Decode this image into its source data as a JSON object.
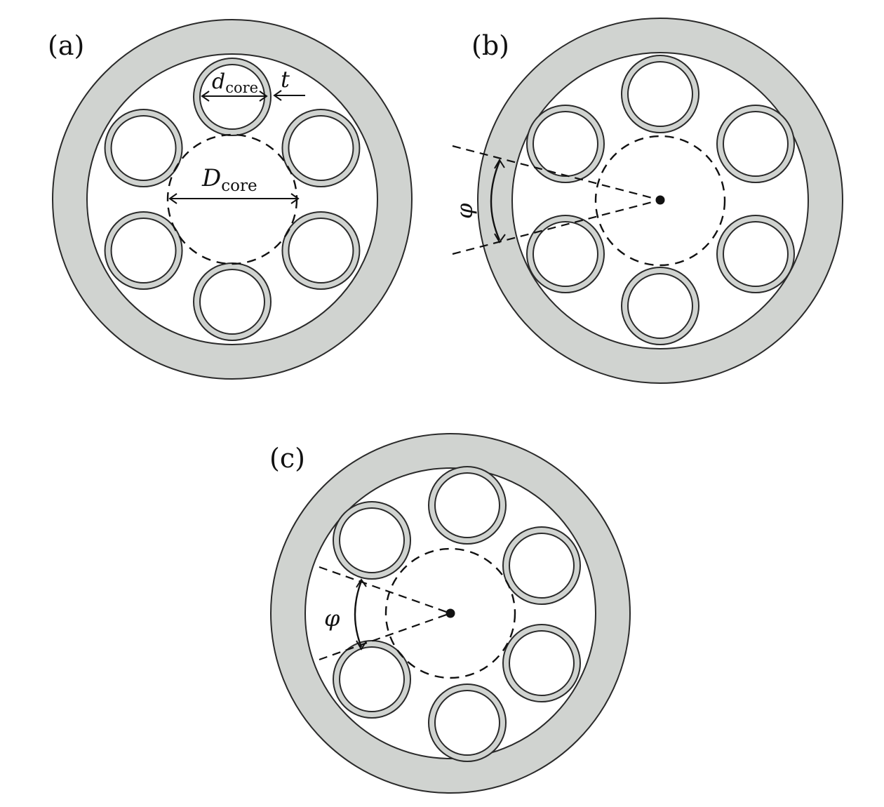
{
  "panels": [
    {
      "id": "a",
      "label": "(a)"
    },
    {
      "id": "b",
      "label": "(b)"
    },
    {
      "id": "c",
      "label": "(c)"
    }
  ],
  "annotations": {
    "d_core_main": "d",
    "d_core_sub": "core",
    "thickness": "t",
    "D_core_main": "D",
    "D_core_sub": "core",
    "angle": "φ"
  },
  "colors": {
    "cladding": "#d0d3d0",
    "outline": "#2a2a2a",
    "background": "#ffffff"
  }
}
